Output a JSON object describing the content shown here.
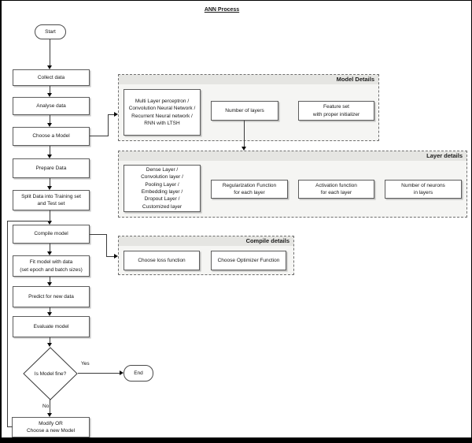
{
  "title": "ANN Process",
  "flow": {
    "start": "Start",
    "collect_data": "Collect data",
    "analyse_data": "Analyse data",
    "choose_model": "Choose a Model",
    "prepare_data": "Prepare Data",
    "split_data": [
      "Split Data into Training set",
      "and Test set"
    ],
    "compile_model": "Compile model",
    "fit_model": [
      "Fit model with data",
      "(set epoch and batch sizes)"
    ],
    "predict_new_data": "Predict for new data",
    "evaluate_model": "Evaluate model",
    "decision": "Is Model fine?",
    "label_yes": "Yes",
    "label_no": "No",
    "modify": [
      "Modify OR",
      "Choose a new Model"
    ],
    "end": "End"
  },
  "model_details": {
    "title": "Model Details",
    "model_types": [
      "Multi Layer perceptron /",
      "Convolution Neural Network /",
      "Recurrent Neural network /",
      "RNN with LTSH"
    ],
    "number_of_layers": "Number of layers",
    "feature_set": [
      "Feature set",
      "with proper initializer"
    ]
  },
  "layer_details": {
    "title": "Layer details",
    "layer_types": [
      "Dense Layer /",
      "Convolution layer /",
      "Pooling Layer /",
      "Embedding layer /",
      "Dropout Layer /",
      "Customized layer"
    ],
    "regularization": [
      "Regularization Function",
      "for each layer"
    ],
    "activation": [
      "Activation function",
      "for each layer"
    ],
    "neurons": [
      "Number of neurons",
      "in layers"
    ]
  },
  "compile_details": {
    "title": "Compile details",
    "loss_function": "Choose loss function",
    "optimizer_function": "Choose Optimizer Function"
  }
}
